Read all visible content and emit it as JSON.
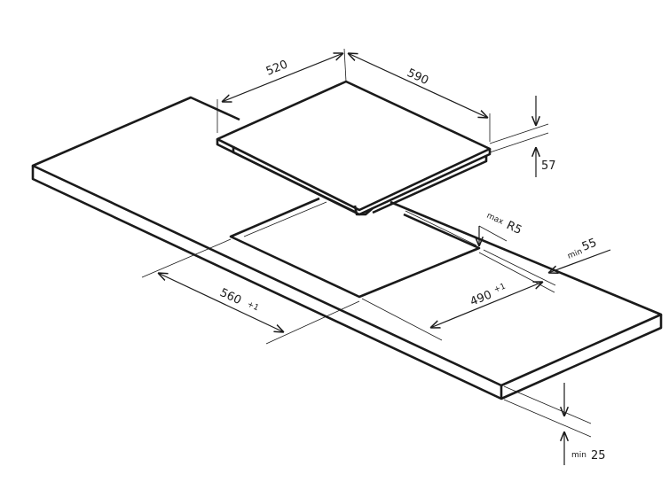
{
  "dimensions": {
    "hob_depth": "520",
    "hob_width": "590",
    "hob_height": "57",
    "corner_radius_prefix": "max",
    "corner_radius": "R5",
    "rear_clearance_prefix": "min",
    "rear_clearance": "55",
    "cutout_width": "560",
    "cutout_width_tolerance": "+1",
    "cutout_depth": "490",
    "cutout_depth_tolerance": "+1",
    "worktop_thickness_prefix": "min",
    "worktop_thickness": "25"
  }
}
